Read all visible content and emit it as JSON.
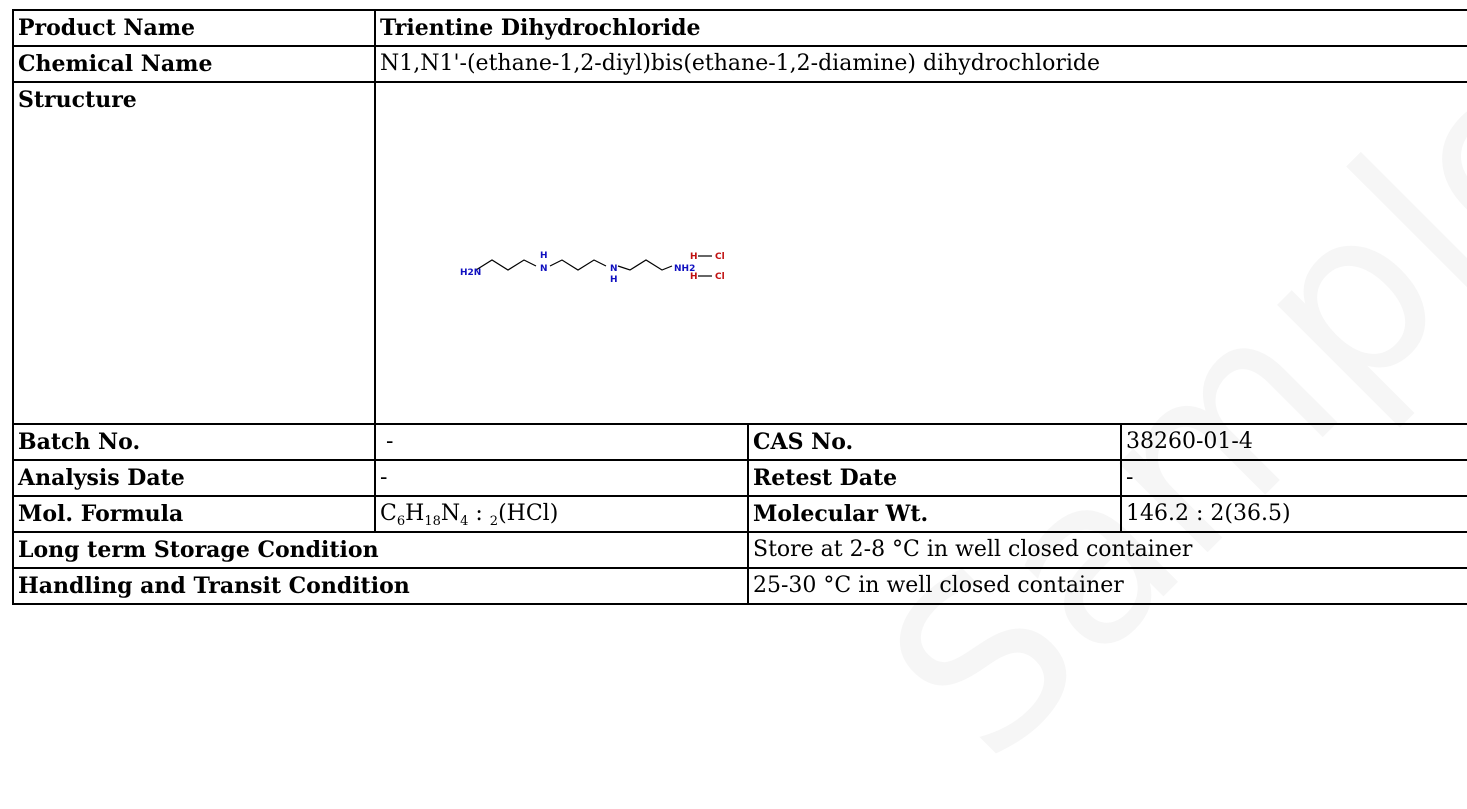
{
  "watermark": "Sample COA",
  "product_name": {
    "label": "Product Name",
    "value": "Trientine Dihydrochloride"
  },
  "chemical_name": {
    "label": "Chemical Name",
    "value": "N1,N1'-(ethane-1,2-diyl)bis(ethane-1,2-diamine) dihydrochloride"
  },
  "structure": {
    "label": "Structure",
    "atoms": {
      "h2n_left": "H2N",
      "nh_1": "H",
      "nh_2": "H",
      "nh2_right": "NH2",
      "hcl_h": "H",
      "hcl_cl": "Cl"
    }
  },
  "batch_no": {
    "label": "Batch No.",
    "value": "-"
  },
  "cas_no": {
    "label": "CAS No.",
    "value": "38260-01-4"
  },
  "analysis_date": {
    "label": "Analysis Date",
    "value": "-"
  },
  "retest_date": {
    "label": "Retest Date",
    "value": "-"
  },
  "mol_formula": {
    "label": "Mol. Formula",
    "parts": {
      "c": "C",
      "c_n": "6",
      "h": "H",
      "h_n": "18",
      "n": "N",
      "n_n": "4",
      "sep": " : ",
      "hcl_n": "2",
      "hcl": "(HCl)"
    }
  },
  "molecular_wt": {
    "label": "Molecular Wt.",
    "value": "146.2 : 2(36.5)"
  },
  "storage": {
    "label": "Long term Storage Condition",
    "value": "Store at 2-8 °C in well closed container"
  },
  "handling": {
    "label": "Handling and Transit Condition",
    "value": "25-30 °C in well closed container"
  },
  "colors": {
    "nitrogen": "#1010c0",
    "chlorine": "#c01010",
    "bond": "#000000"
  }
}
